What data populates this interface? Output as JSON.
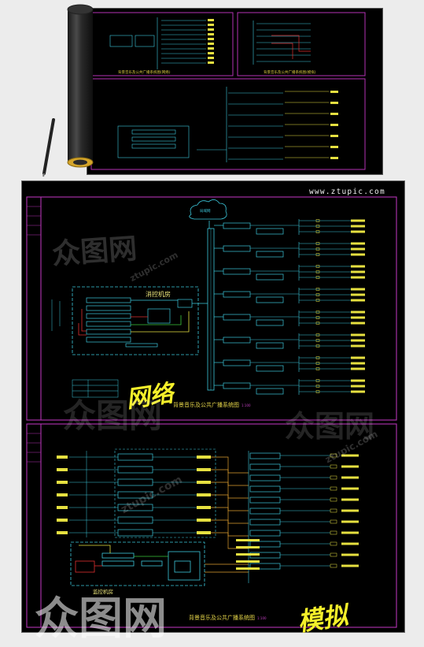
{
  "site": {
    "url": "www.ztupic.com"
  },
  "watermark": {
    "logo": "众图网",
    "sub": "ztupic.com"
  },
  "labels": {
    "network_label": "网络",
    "analog_label": "模拟",
    "fire_control_room": "消控机房",
    "monitor_room": "监控机房",
    "cloud_label": "局域网",
    "scale": "1:100"
  },
  "scroll": {
    "title_left": "背景音乐及公共广播系统图(网络)",
    "title_right": "背景音乐及公共广播系统图(模拟)"
  },
  "sheet_network": {
    "title": "背景音乐及公共广播系统图"
  },
  "sheet_analog": {
    "title": "背景音乐及公共广播系统图"
  },
  "colors": {
    "frame": "#b432b4",
    "wire": "#3cc8dc",
    "speaker": "#e6e040",
    "red": "#e03030",
    "green": "#3cc83c",
    "orange": "#e0a030",
    "text": "#e9e37a"
  }
}
